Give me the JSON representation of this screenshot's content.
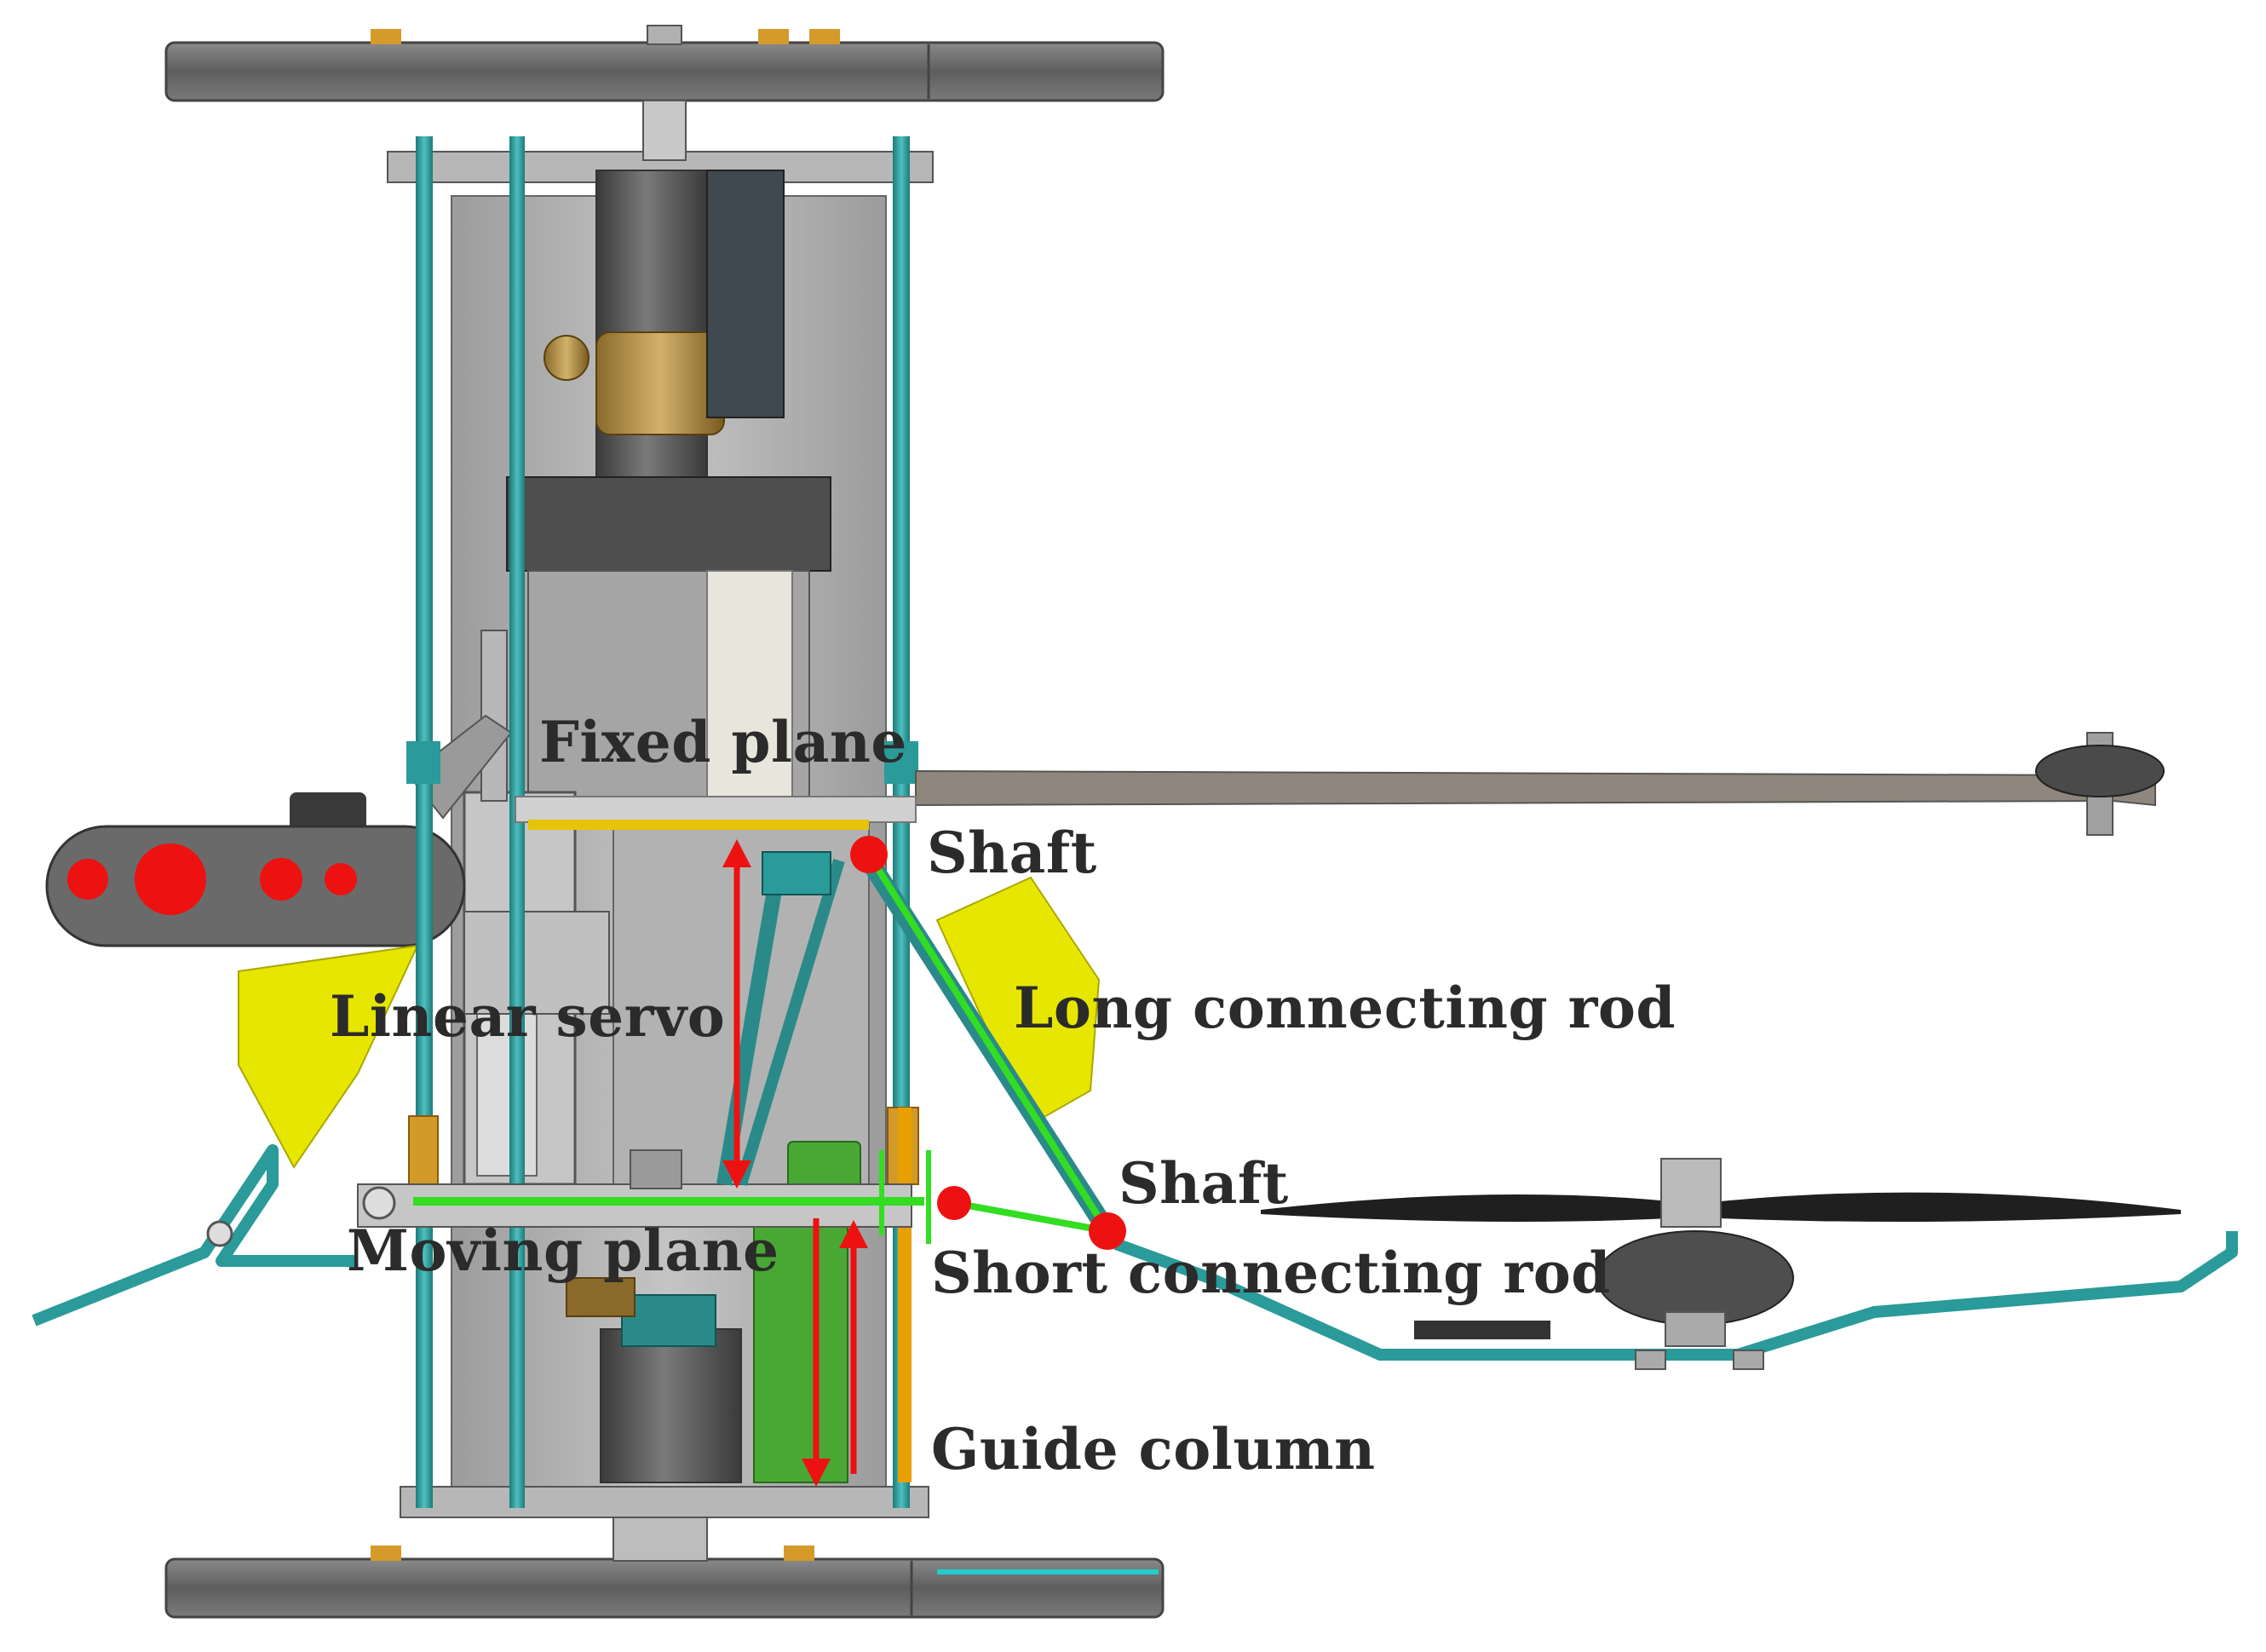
{
  "labels": {
    "fixed_plane": "Fixed plane",
    "shaft_upper": "Shaft",
    "linear_servo": "Linear servo",
    "long_rod": "Long connecting rod",
    "shaft_lower": "Shaft",
    "moving_plane": "Moving plane",
    "short_rod": "Short connecting rod",
    "guide_column": "Guide column"
  },
  "colors": {
    "frame_plate": "#6f6f6f",
    "column_teal": "#2a9a9a",
    "rod_teal": "#2a9a9a",
    "highlight_green": "#33dd22",
    "marker_red": "#ee1111",
    "fixed_plane_yellow": "#e8c400",
    "guide_orange": "#e6a000",
    "blade_yellow": "#e6e600",
    "arm_gray": "#8f877d",
    "body_gray": "#a8a8a8",
    "servo_green": "#44aa33"
  }
}
